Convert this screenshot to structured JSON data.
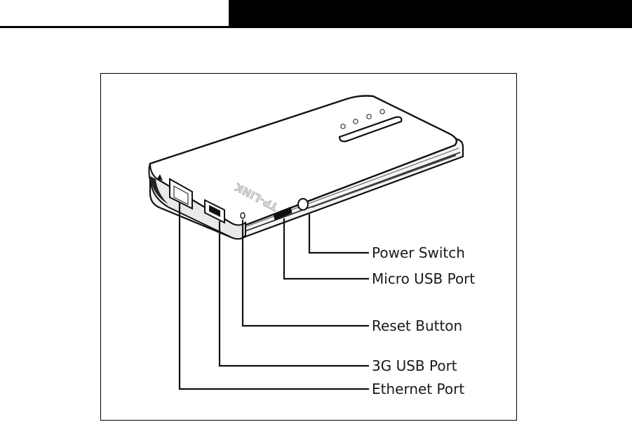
{
  "device": {
    "brand_logo": "TP-LINK"
  },
  "callouts": [
    {
      "id": "power-switch",
      "label": "Power Switch"
    },
    {
      "id": "micro-usb-port",
      "label": "Micro USB Port"
    },
    {
      "id": "reset-button",
      "label": "Reset Button"
    },
    {
      "id": "3g-usb-port",
      "label": "3G USB Port"
    },
    {
      "id": "ethernet-port",
      "label": "Ethernet Port"
    }
  ]
}
